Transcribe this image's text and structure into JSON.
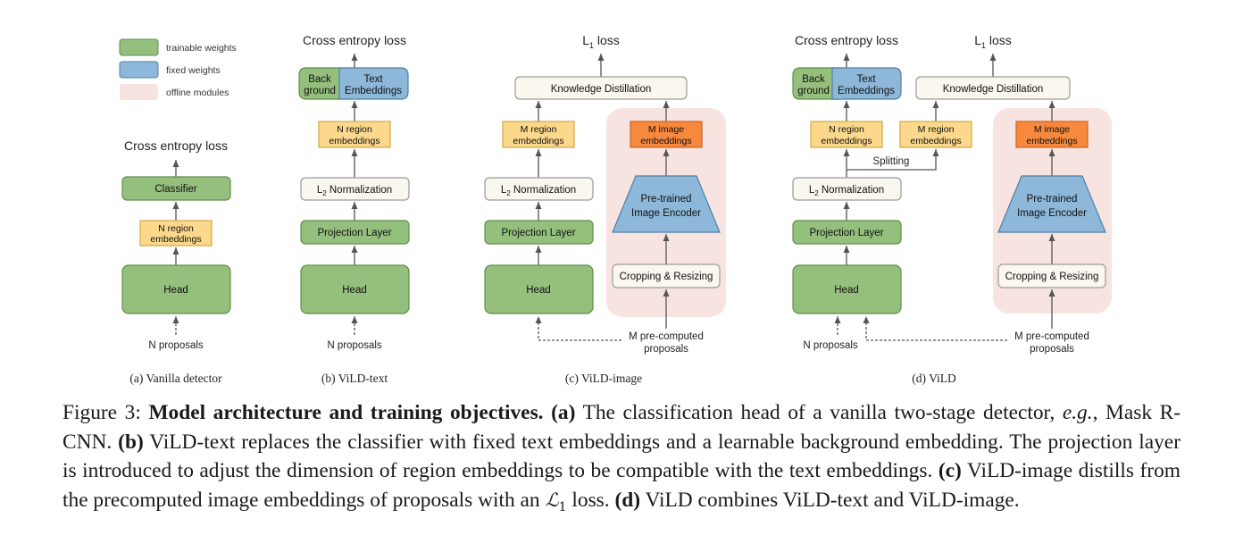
{
  "legend": {
    "trainable": "trainable weights",
    "fixed": "fixed weights",
    "offline": "offline modules"
  },
  "colors": {
    "green": "#95bf7d",
    "green_border": "#5f8f4a",
    "blue": "#8db8d9",
    "blue_border": "#4f7fa5",
    "yellow": "#fbd88c",
    "yellow_border": "#d3a644",
    "orange": "#f6893e",
    "orange_border": "#cf6420",
    "cream": "#faf7ef",
    "cream_border": "#9a9a9a",
    "offline_bg": "#f7e4e1"
  },
  "panel_a": {
    "loss": "Cross entropy loss",
    "classifier": "Classifier",
    "region_l1": "N region",
    "region_l2": "embeddings",
    "head": "Head",
    "proposals": "N proposals",
    "caption": "(a) Vanilla detector"
  },
  "panel_b": {
    "loss": "Cross entropy loss",
    "bg_l1": "Back",
    "bg_l2": "ground",
    "text_l1": "Text",
    "text_l2": "Embeddings",
    "region_l1": "N region",
    "region_l2": "embeddings",
    "norm_pre": "L",
    "norm_sub": "2",
    "norm_post": " Normalization",
    "projection": "Projection Layer",
    "head": "Head",
    "proposals": "N proposals",
    "caption": "(b) ViLD-text"
  },
  "panel_c": {
    "loss_pre": "L",
    "loss_sub": "1",
    "loss_post": " loss",
    "kd": "Knowledge Distillation",
    "region_l1": "M region",
    "region_l2": "embeddings",
    "image_l1": "M image",
    "image_l2": "embeddings",
    "norm_pre": "L",
    "norm_sub": "2",
    "norm_post": " Normalization",
    "encoder_l1": "Pre-trained",
    "encoder_l2": "Image Encoder",
    "projection": "Projection Layer",
    "head": "Head",
    "crop": "Cropping & Resizing",
    "proposals_l1": "M pre-computed",
    "proposals_l2": "proposals",
    "caption": "(c) ViLD-image"
  },
  "panel_d": {
    "ce_loss": "Cross entropy loss",
    "l1_pre": "L",
    "l1_sub": "1",
    "l1_post": " loss",
    "bg_l1": "Back",
    "bg_l2": "ground",
    "text_l1": "Text",
    "text_l2": "Embeddings",
    "kd": "Knowledge Distillation",
    "n_region_l1": "N region",
    "n_region_l2": "embeddings",
    "m_region_l1": "M region",
    "m_region_l2": "embeddings",
    "image_l1": "M image",
    "image_l2": "embeddings",
    "splitting": "Splitting",
    "norm_pre": "L",
    "norm_sub": "2",
    "norm_post": " Normalization",
    "encoder_l1": "Pre-trained",
    "encoder_l2": "Image Encoder",
    "projection": "Projection Layer",
    "head": "Head",
    "crop": "Cropping & Resizing",
    "n_proposals": "N proposals",
    "m_proposals_l1": "M pre-computed",
    "m_proposals_l2": "proposals",
    "caption": "(d) ViLD"
  },
  "caption": {
    "label": "Figure 3:",
    "title": "Model architecture and training objectives.",
    "a_tag": "(a)",
    "a_text_1": "The classification head of a vanilla two-stage detector,",
    "eg": "e.g.",
    "a_text_2": ", Mask R-CNN.",
    "b_tag": "(b)",
    "b_text": "ViLD-text replaces the classifier with fixed text embeddings and a learnable background embedding. The projection layer is introduced to adjust the dimension of region embeddings to be compatible with the text embeddings.",
    "c_tag": "(c)",
    "c_text_1": "ViLD-image distills from the precomputed image embeddings of proposals with an",
    "l1_symbol": "ℒ",
    "l1_sub": "1",
    "c_text_2": "loss.",
    "d_tag": "(d)",
    "d_text": "ViLD combines ViLD-text and ViLD-image."
  }
}
